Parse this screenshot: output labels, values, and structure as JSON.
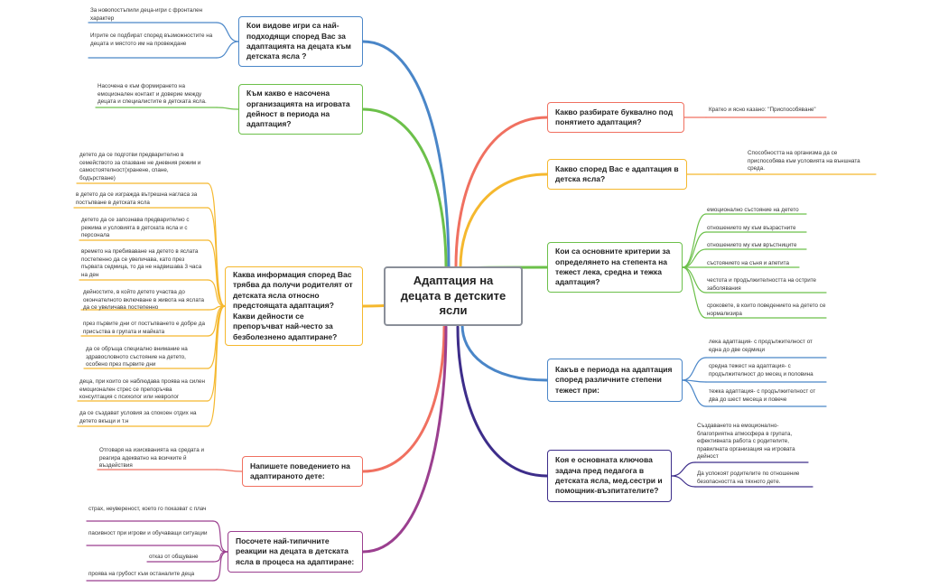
{
  "center": {
    "title": "Адаптация на децата в детските ясли"
  },
  "branches": [
    {
      "id": "adaptation-meaning",
      "color": "#f07060",
      "question": "Какво разбирате буквално под понятието адаптация?",
      "answers": [
        "Кратко и ясно казано: \"Приспособяване\""
      ]
    },
    {
      "id": "adaptation-nursery",
      "color": "#f5b82e",
      "question": "Какво според Вас е адаптация в детска ясла?",
      "answers": [
        "Способността на  организма да се приспособява към условията на външната среда."
      ]
    },
    {
      "id": "criteria",
      "color": "#6cc04a",
      "question": "Кои са основните критерии за определянето на степента на тежест лека, средна и тежка адаптация?",
      "answers": [
        "емоционално състояние на детето",
        "отношението му към възрастните",
        "отношението му към връстниците",
        "състоянието на съня и апетита",
        "честота и продължителността на острите заболявания",
        "сроковете, в които поведението на детето се нормализира"
      ]
    },
    {
      "id": "period",
      "color": "#4a86c8",
      "question": "Какъв е периода на адаптация според различните степени тежест при:",
      "answers": [
        "лека адаптация- с продължителност от една до две седмици",
        "средна тежест на адаптация- с продължителност до месец и половина",
        "тежка адаптация- с продължителност от два до шест месеца и повече"
      ]
    },
    {
      "id": "key-task",
      "color": "#3d2d8a",
      "question": "Коя е основната ключова задача пред педагога в детската ясла, мед.сестри и помощник-възпитателите?",
      "answers": [
        "Създаването на емоционално-благоприятна атмосфера в групата, ефективната работа с родителите, правилната организация на игровата дейност",
        "Да успокоят родителите по отношение безопасността на тяхното дете."
      ]
    },
    {
      "id": "games",
      "color": "#4a86c8",
      "question": "Кои видове игри са най-подходящи според Вас за адаптацията на децата към детската ясла ?",
      "answers": [
        "За новопостъпили деца-игри с фронтален характер",
        "Игрите се подбират според възможностите на децата и мястото им на провеждане"
      ]
    },
    {
      "id": "game-activity",
      "color": "#6cc04a",
      "question": "Към какво е насочена организацията на игровата дейност в периода на адаптация?",
      "answers": [
        "Насочена е към формирането на емоционален контакт и доверие между децата и специалистите в детската ясла."
      ]
    },
    {
      "id": "parents-info",
      "color": "#f5b82e",
      "question": "Каква информация според Вас трябва да получи родителят от детската ясла относно предстоящата адаптация? Какви дейности се препоръчват най-често за безболезнено адаптиране?",
      "answers": [
        "детето да се подготви предварително в семейството за спазване не дневния режим и самостоятелност(хранене, спане, бодърстване)",
        "в детето да се изгражда вътрешна нагласа за постъпване в детската ясла",
        "детето да се запознава предварително с режима и условията в детската ясла и с персонала",
        "времето на пребиваване на детето в яслата постепенно да се увеличава, като през първата седмица, то да не надвишава 3 часа на ден",
        "дейностите, в който детето участва до окончателното включване в живота на яслата да се увеличава постепенно",
        "през първите дни от постъпването е добре да присъства в групата и майката",
        "да се обръща специално внимание на здравословното  състояние на детето, особено през първите дни",
        "деца, при които се наблюдава проява на силен емоционален стрес се препоръчва консултация с психолог или невролог",
        "да се създават условия за спокоен отдих на детето вкъщи и т.н"
      ]
    },
    {
      "id": "behavior",
      "color": "#f07060",
      "question": "Напишете поведението на адаптираното дете:",
      "answers": [
        "Отговаря на изискванията на средата и реагира адекватно на всичките й въздействия"
      ]
    },
    {
      "id": "reactions",
      "color": "#9b3f8f",
      "question": "Посочете най-типичните реакции на децата в детската ясла в процеса на адаптиране:",
      "answers": [
        "страх, неувереност, което го показват с плач",
        "пасивност при игрови и обучаващи ситуации",
        "отказ от общуване",
        "проява на грубост към останалите деца"
      ]
    }
  ]
}
